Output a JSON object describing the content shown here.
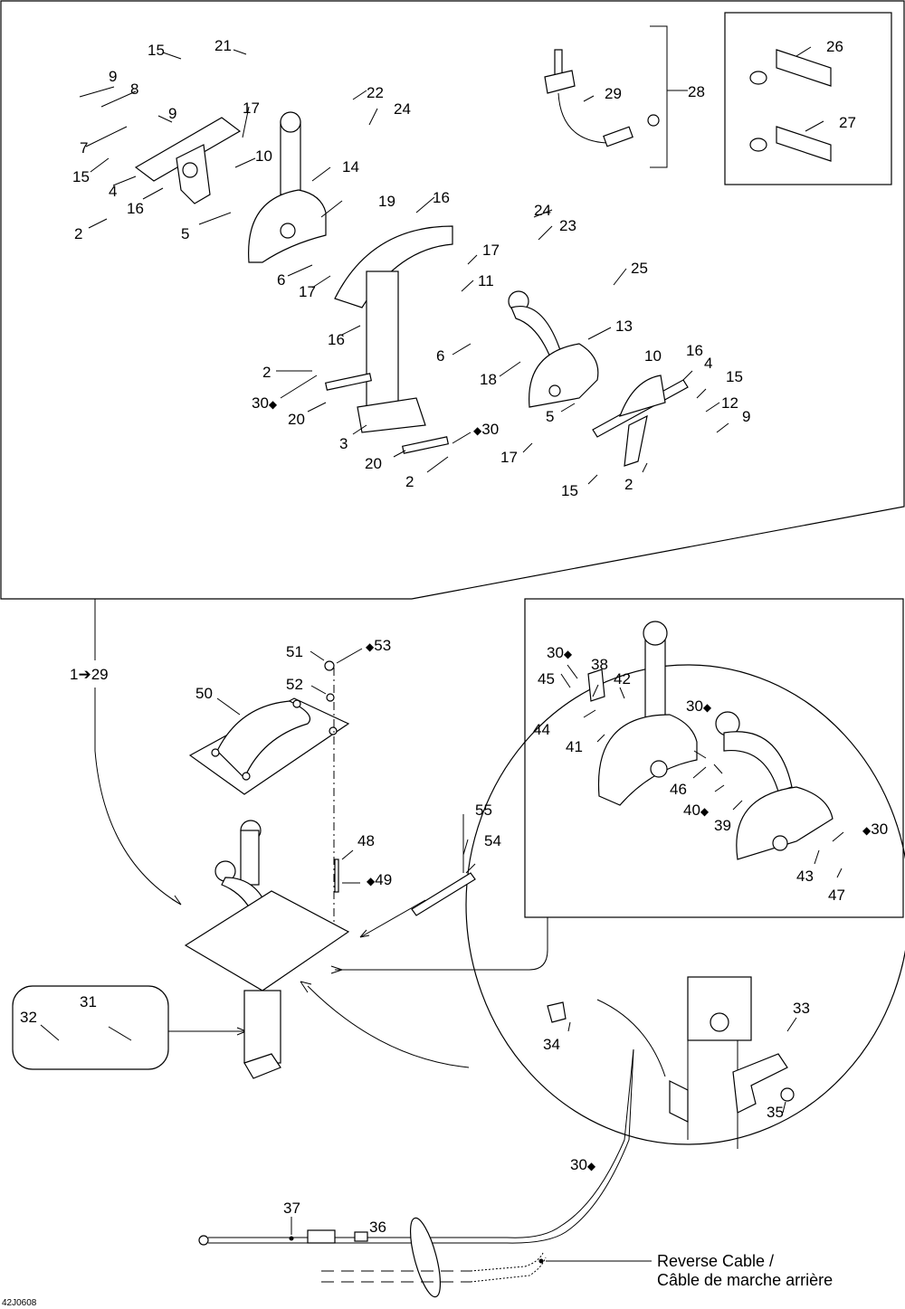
{
  "diagram_code": "42J0608",
  "range_reference": "1➔29",
  "caption": {
    "line1": "Reverse Cable /",
    "line2": "Câble de marche arrière"
  },
  "drop_icon": "◆",
  "callouts": {
    "c9a": "9",
    "c8": "8",
    "c7": "7",
    "c15a": "15",
    "c9b": "9",
    "c15b": "15",
    "c4a": "4",
    "c16a": "16",
    "c2a": "2",
    "c5a": "5",
    "c21": "21",
    "c17a": "17",
    "c10a": "10",
    "c22": "22",
    "c24a": "24",
    "c14": "14",
    "c19": "19",
    "c6a": "6",
    "c17b": "17",
    "c16b": "16",
    "c16c": "16",
    "c17c": "17",
    "c11": "11",
    "c24b": "24",
    "c23": "23",
    "c25": "25",
    "c13": "13",
    "c18": "18",
    "c6b": "6",
    "c10b": "10",
    "c16d": "16",
    "c4b": "4",
    "c15c": "15",
    "c12": "12",
    "c9c": "9",
    "c5b": "5",
    "c17d": "17",
    "c15d": "15",
    "c2b": "2",
    "c2c": "2",
    "c30a": "30",
    "c20a": "20",
    "c3": "3",
    "c20b": "20",
    "c30b": "30",
    "c2d": "2",
    "c26": "26",
    "c27": "27",
    "c28": "28",
    "c29": "29",
    "c51": "51",
    "c53": "53",
    "c52": "52",
    "c50": "50",
    "c55": "55",
    "c54": "54",
    "c48": "48",
    "c49": "49",
    "c30c": "30",
    "c45": "45",
    "c38": "38",
    "c42": "42",
    "c44": "44",
    "c41": "41",
    "c30d": "30",
    "c46": "46",
    "c40": "40",
    "c39": "39",
    "c30e": "30",
    "c43": "43",
    "c47": "47",
    "c31": "31",
    "c32": "32",
    "c34": "34",
    "c33": "33",
    "c35": "35",
    "c30f": "30",
    "c37": "37",
    "c36": "36"
  }
}
